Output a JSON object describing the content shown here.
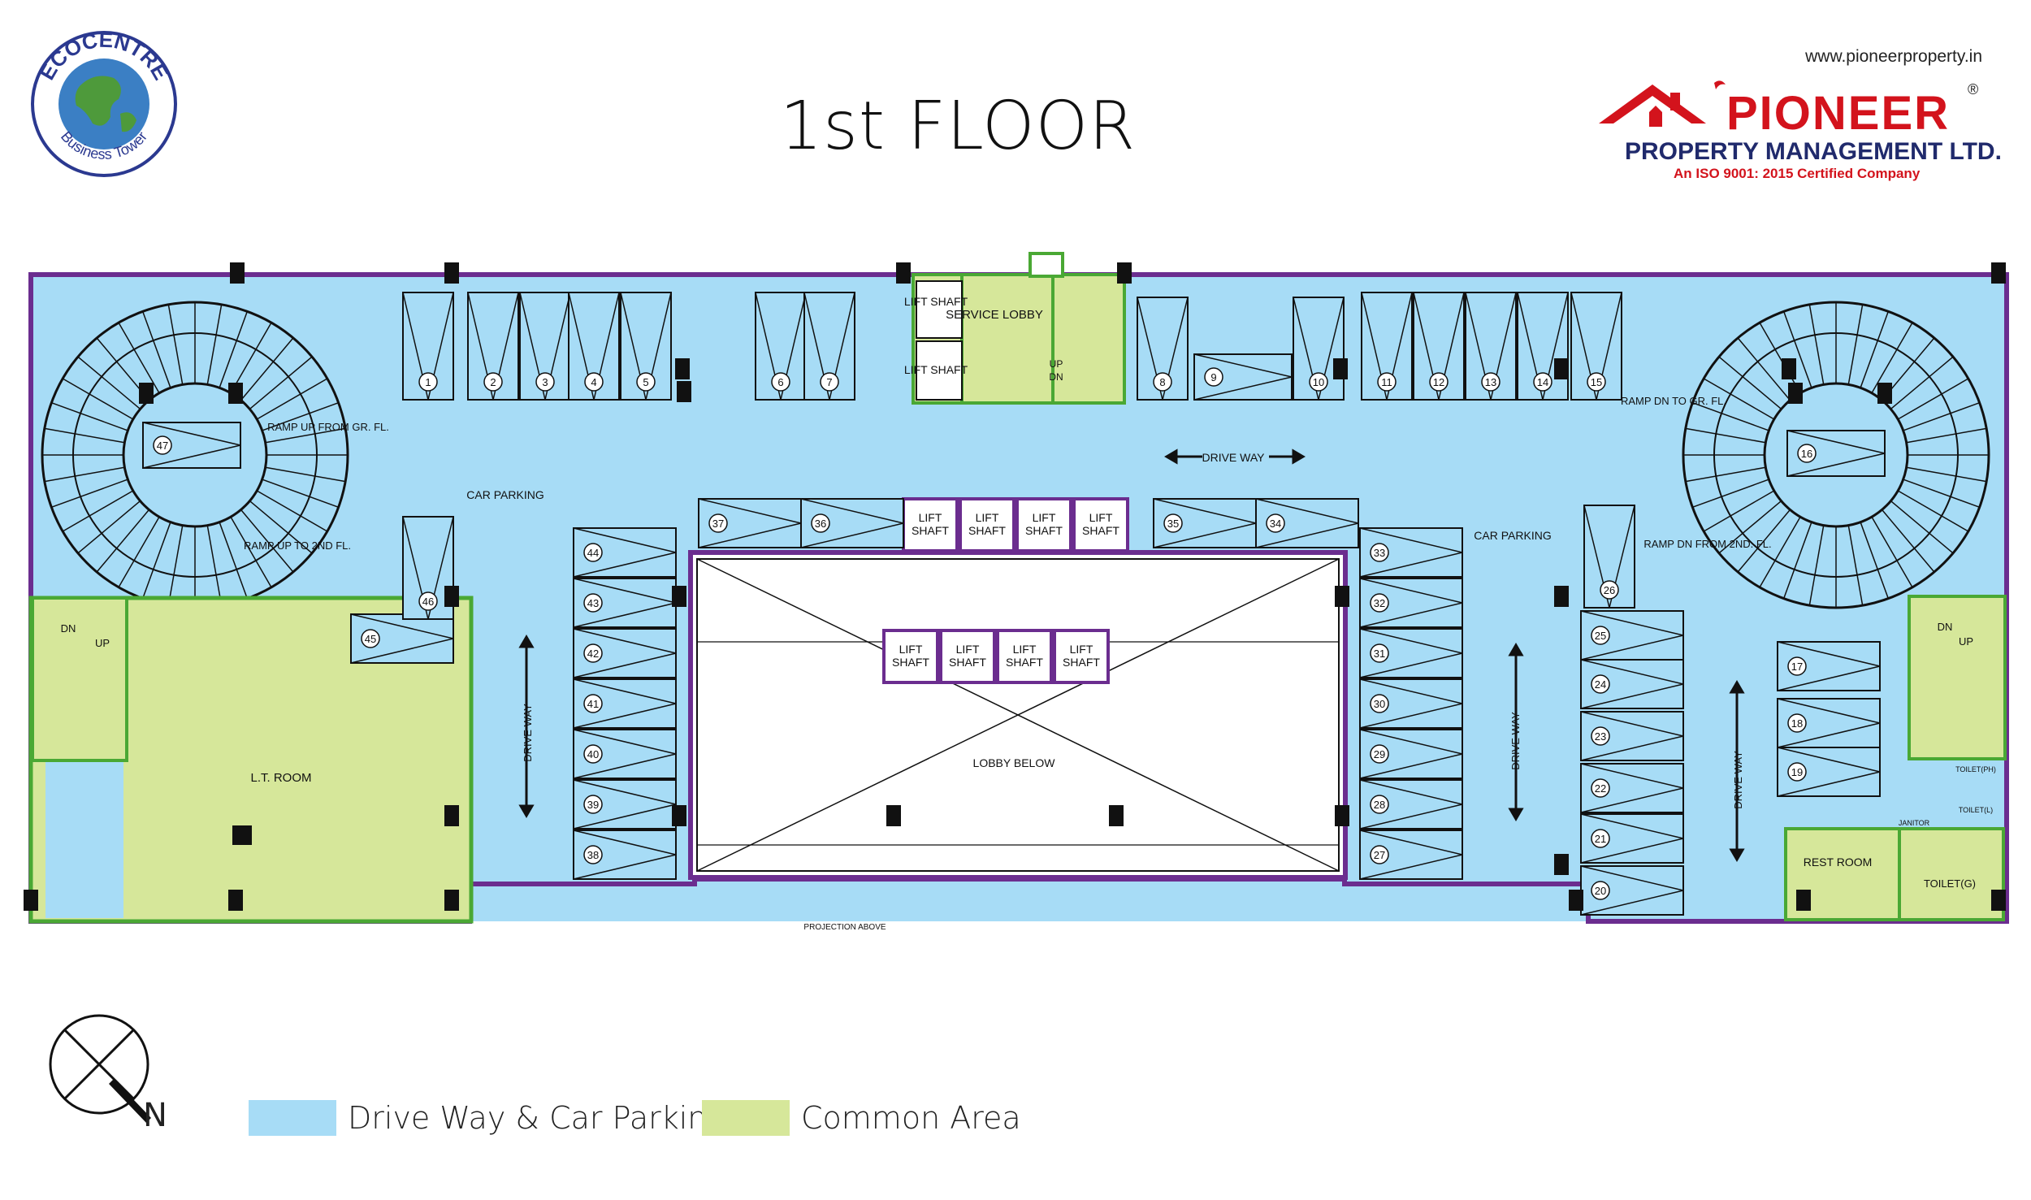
{
  "header": {
    "title": "1st FLOOR",
    "website": "www.pioneerproperty.in",
    "brand_name": "PIONEER",
    "brand_registered": "®",
    "brand_subtitle": "PROPERTY MANAGEMENT LTD.",
    "brand_certification": "An ISO 9001: 2015 Certified Company",
    "left_logo_top": "ECOCENTRE",
    "left_logo_bottom": "Business Tower"
  },
  "colors": {
    "parking": "#a7dcf6",
    "common": "#d6e79a",
    "outline_purple": "#6b2d8f",
    "outline_green": "#4aa834",
    "brand_red": "#d3131c",
    "brand_navy": "#202a6c"
  },
  "rooms": {
    "service_lobby": "SERVICE LOBBY",
    "lift_shaft": "LIFT SHAFT",
    "lobby_below": "LOBBY BELOW",
    "lt_room": "L.T. ROOM",
    "rest_room": "REST ROOM",
    "toilet_g": "TOILET(G)",
    "toilet_l": "TOILET(L)",
    "toilet_ph": "TOILET(PH)",
    "janitor": "JANITOR",
    "projection_above": "PROJECTION ABOVE"
  },
  "annotations": {
    "ramp_up_gr": "RAMP UP FROM GR. FL.",
    "ramp_up_2nd": "RAMP UP TO 2ND FL.",
    "ramp_dn_gr": "RAMP DN TO GR. FL.",
    "ramp_dn_2nd": "RAMP DN FROM 2ND. FL.",
    "car_parking": "CAR PARKING",
    "drive_way": "DRIVE WAY",
    "up": "UP",
    "dn": "DN"
  },
  "parking_numbers": [
    "1",
    "2",
    "3",
    "4",
    "5",
    "6",
    "7",
    "8",
    "9",
    "10",
    "11",
    "12",
    "13",
    "14",
    "15",
    "16",
    "17",
    "18",
    "19",
    "20",
    "21",
    "22",
    "23",
    "24",
    "25",
    "26",
    "27",
    "28",
    "29",
    "30",
    "31",
    "32",
    "33",
    "34",
    "35",
    "36",
    "37",
    "38",
    "39",
    "40",
    "41",
    "42",
    "43",
    "44",
    "45",
    "46",
    "47"
  ],
  "legend": [
    {
      "label": "Drive Way & Car Parking",
      "color": "#a7dcf6"
    },
    {
      "label": "Common Area",
      "color": "#d6e79a"
    }
  ],
  "compass": {
    "label": "N"
  }
}
